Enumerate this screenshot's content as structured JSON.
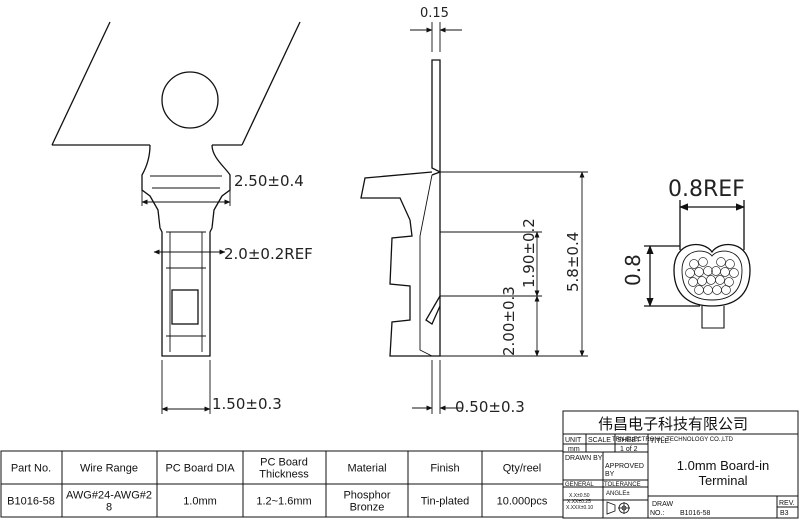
{
  "dimensions": {
    "thickness_top": "0.15",
    "width_head": "2.50±0.4",
    "width_ref": "2.0±0.2REF",
    "width_bottom": "1.50±0.3",
    "lance_height": "1.90±0.2",
    "overall_height": "5.8±0.4",
    "lower_height": "2.00±0.3",
    "tail_offset": "0.50±0.3",
    "crimp_ref": "0.8REF",
    "crimp_height": "0.8"
  },
  "title_block": {
    "company_cn": "伟昌电子科技有限公司",
    "company_en": "TRN ELECTRONIC TECHNOLOGY CO.,LTD",
    "unit_label": "UNIT",
    "unit_value": "mm",
    "scale_label": "SCALE",
    "sheet_label": "SHEET",
    "sheet_value": "1 of 2",
    "title_label": "TITLE:",
    "title_line1": "1.0mm Board-in",
    "title_line2": "Terminal",
    "drawn_by": "DRAWN BY",
    "approved_by_1": "APPROVED",
    "approved_by_2": "BY",
    "general": "GENERAL",
    "tolerance": "TOLERANCE",
    "tol_1": "X.X±0.50",
    "tol_2": "X.XX±0.25",
    "tol_3": "X.XXX±0.10",
    "angle": "ANGLE±",
    "draw_label": "DRAW",
    "no_label": "NO.:",
    "draw_no": "B1016-58",
    "rev_label": "REV.",
    "rev_value": "B3"
  },
  "spec_table": {
    "headers": [
      "Part No.",
      "Wire Range",
      "PC Board DIA",
      "PC Board Thickness",
      "Material",
      "Finish",
      "Qty/reel"
    ],
    "header_lines": [
      [
        "Part No."
      ],
      [
        "Wire Range"
      ],
      [
        "PC Board DIA"
      ],
      [
        "PC Board",
        "Thickness"
      ],
      [
        "Material"
      ],
      [
        "Finish"
      ],
      [
        "Qty/reel"
      ]
    ],
    "row_lines": [
      [
        "B1016-58"
      ],
      [
        "AWG#24-AWG#2",
        "8"
      ],
      [
        "1.0mm"
      ],
      [
        "1.2~1.6mm"
      ],
      [
        "Phosphor",
        "Bronze"
      ],
      [
        "Tin-plated"
      ],
      [
        "10.000pcs"
      ]
    ]
  }
}
